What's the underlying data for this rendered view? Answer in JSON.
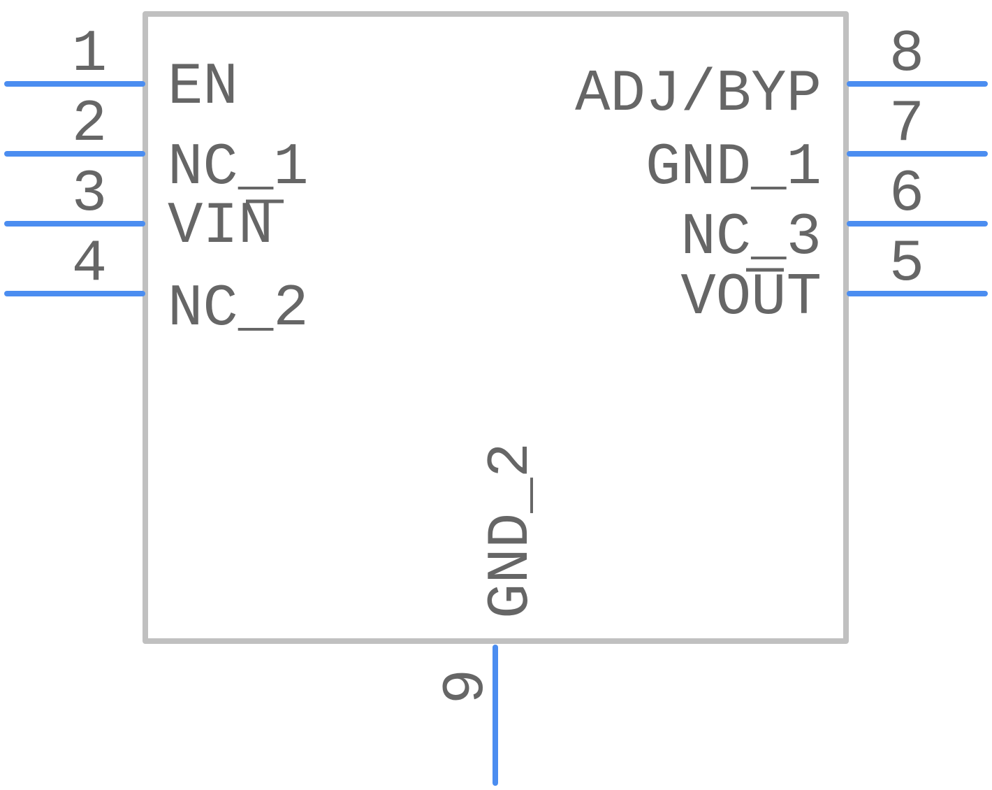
{
  "component": {
    "body_color": "#c0c0c0",
    "pin_color": "#4b8df0",
    "text_color": "#666666"
  },
  "pins": [
    {
      "number": "1",
      "name": "EN",
      "side": "left"
    },
    {
      "number": "2",
      "name": "NC_1",
      "side": "left"
    },
    {
      "number": "3",
      "name": "VIN",
      "side": "left",
      "overbar": "N"
    },
    {
      "number": "4",
      "name": "NC_2",
      "side": "left"
    },
    {
      "number": "5",
      "name": "VOUT",
      "side": "right",
      "overbar": "U"
    },
    {
      "number": "6",
      "name": "NC_3",
      "side": "right"
    },
    {
      "number": "7",
      "name": "GND_1",
      "side": "right"
    },
    {
      "number": "8",
      "name": "ADJ/BYP",
      "side": "right"
    },
    {
      "number": "9",
      "name": "GND_2",
      "side": "bottom"
    }
  ]
}
